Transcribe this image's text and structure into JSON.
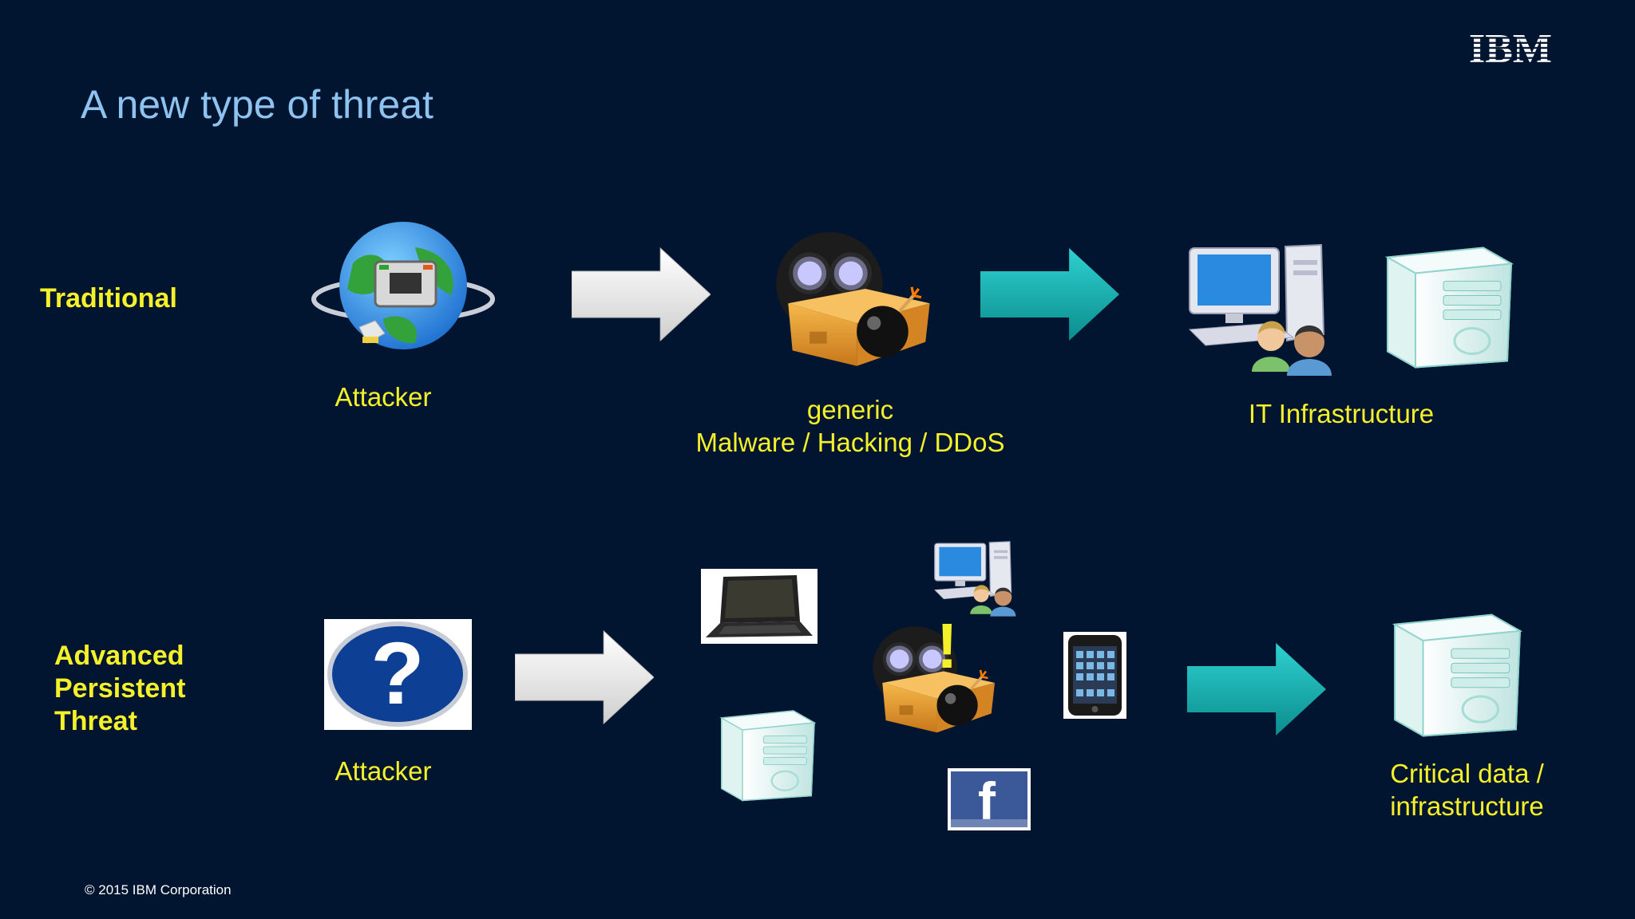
{
  "slide": {
    "title": "A new type of threat",
    "logo_text": "IBM",
    "copyright": "© 2015 IBM Corporation"
  },
  "rows": {
    "traditional": {
      "label": "Traditional",
      "attacker_label": "Attacker",
      "payload_line1": "generic",
      "payload_line2": "Malware / Hacking / DDoS",
      "target_label": "IT Infrastructure"
    },
    "apt": {
      "label_line1": "Advanced",
      "label_line2": "Persistent",
      "label_line3": "Threat",
      "attacker_label": "Attacker",
      "attacker_icon_glyph": "?",
      "facebook_glyph": "f",
      "alert_glyph": "!",
      "target_line1": "Critical data /",
      "target_line2": "infrastructure"
    }
  },
  "colors": {
    "background": "#021530",
    "title": "#8ec3f0",
    "label": "#f4f02a",
    "teal_arrow": "#19b3b3",
    "white_arrow": "#eeeeee"
  },
  "icons": [
    "globe-network-icon",
    "malware-box-icon",
    "workstation-users-icon",
    "server-tower-icon",
    "question-mark-icon",
    "laptop-icon",
    "smartphone-icon",
    "facebook-icon"
  ]
}
